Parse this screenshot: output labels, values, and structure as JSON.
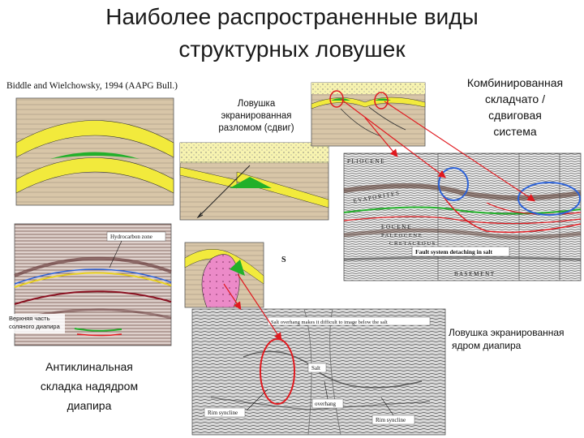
{
  "title": {
    "line1": "Наиболее распространенные виды",
    "line2": "структурных ловушек"
  },
  "citation": "Biddle and Wielchowsky, 1994 (AAPG Bull.)",
  "labels": {
    "fault_trap": [
      "Ловушка",
      "экранированная",
      "разломом (сдвиг)"
    ],
    "fold_thrust": [
      "Комбинированная",
      "складчато /",
      "сдвиговая",
      "система"
    ],
    "anticline": [
      "Антиклинальная",
      "складка надядром",
      "диапира"
    ],
    "diapir_trap": [
      "Ловушка экранированная",
      "ядром диапира"
    ],
    "salt_top": [
      "Верхняя часть",
      "соляного диапира"
    ]
  },
  "seismic_labels": {
    "hydrocarbon_zone": "Hydrocarbon zone",
    "pliocene": "P L I O C E N E",
    "evaporites": "E V A P O R I T E S",
    "eocene": "E O C E N E",
    "paleocene": "P A L E O C E N E",
    "cretaceous": "C R E T A C E O U S",
    "fault_system": "Fault system detaching in salt",
    "basement": "B A S E M E N T",
    "s_marker": "S",
    "salt_overhang_note": "Salt overhang makes it difficult to image below the salt",
    "salt": "Salt",
    "rim_syncline_left": "Rim syncline",
    "overhang": "overhang",
    "rim_syncline_right": "Rim syncline"
  },
  "colors": {
    "reservoir_yellow": "#f2ea3c",
    "hydrocarbon_green": "#22b02a",
    "salt_pink": "#ec8ac8",
    "sand_beige": "#d8c6a8",
    "annotation_red": "#e0191f",
    "annotation_blue": "#2c62d8"
  }
}
